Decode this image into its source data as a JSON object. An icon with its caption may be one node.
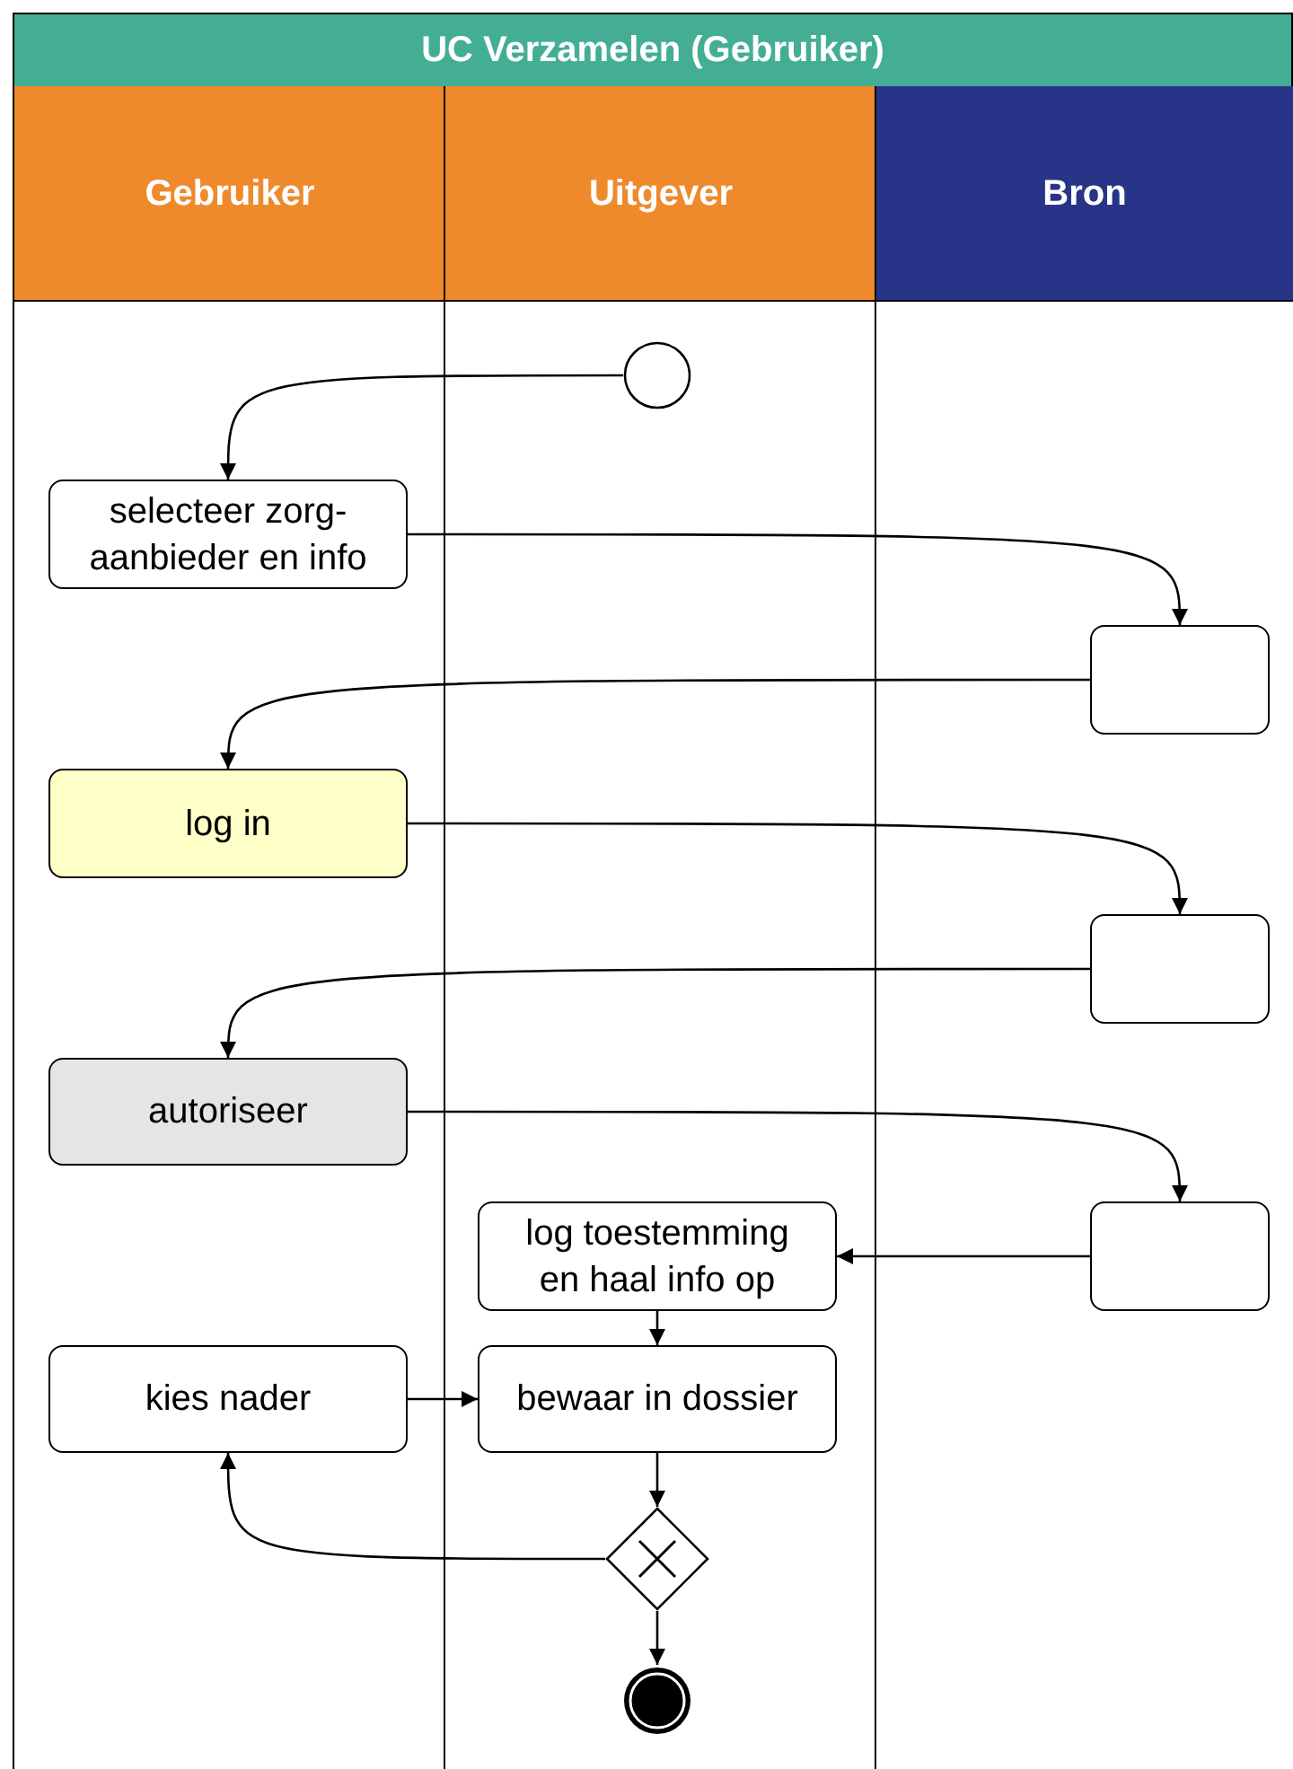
{
  "diagram": {
    "title": "UC Verzamelen (Gebruiker)",
    "nodes": [
      {
        "text": [
          "Gebruiker"
        ]
      },
      {
        "text": [
          "Uitgever"
        ]
      },
      {
        "text": [
          "Bron"
        ]
      },
      {
        "text": [],
        "shape": "circle",
        "in": 1
      },
      {
        "text": [
          "selecteer zorg- aanbieder en info"
        ],
        "in": 0
      },
      {
        "text": [],
        "shape": "box",
        "in": 2
      },
      {
        "text": [
          "log in"
        ],
        "in": 0
      },
      {
        "text": [],
        "shape": "box",
        "in": 2
      },
      {
        "text": [
          "autoriseer"
        ],
        "in": 0
      },
      {
        "text": [],
        "shape": "box",
        "in": 2
      },
      {
        "text": [
          "log toestemming en haal info op"
        ],
        "in": 1
      },
      {
        "text": [
          "kies nader"
        ],
        "in": 0
      },
      {
        "text": [
          "bewaar in dossier"
        ],
        "in": 1
      },
      {
        "text": [],
        "shape": "diamond",
        "in": 1
      },
      {
        "text": [],
        "shape": "circle",
        "in": 1
      }
    ],
    "edges": [
      {
        "from": 3,
        "to": 4,
        "arrow": "to"
      },
      {
        "from": 4,
        "to": 5,
        "arrow": "to"
      },
      {
        "from": 5,
        "to": 6,
        "arrow": "to"
      },
      {
        "from": 6,
        "to": 7,
        "arrow": "to"
      },
      {
        "from": 7,
        "to": 8,
        "arrow": "to"
      },
      {
        "from": 8,
        "to": 9,
        "arrow": "to"
      },
      {
        "from": 9,
        "to": 10,
        "arrow": "to"
      },
      {
        "from": 10,
        "to": 12,
        "arrow": "to"
      },
      {
        "from": 11,
        "to": 12,
        "arrow": "to"
      },
      {
        "from": 12,
        "to": 13,
        "arrow": "to"
      },
      {
        "from": 13,
        "to": 11,
        "arrow": "to"
      },
      {
        "from": 13,
        "to": 14,
        "arrow": "to"
      }
    ]
  }
}
